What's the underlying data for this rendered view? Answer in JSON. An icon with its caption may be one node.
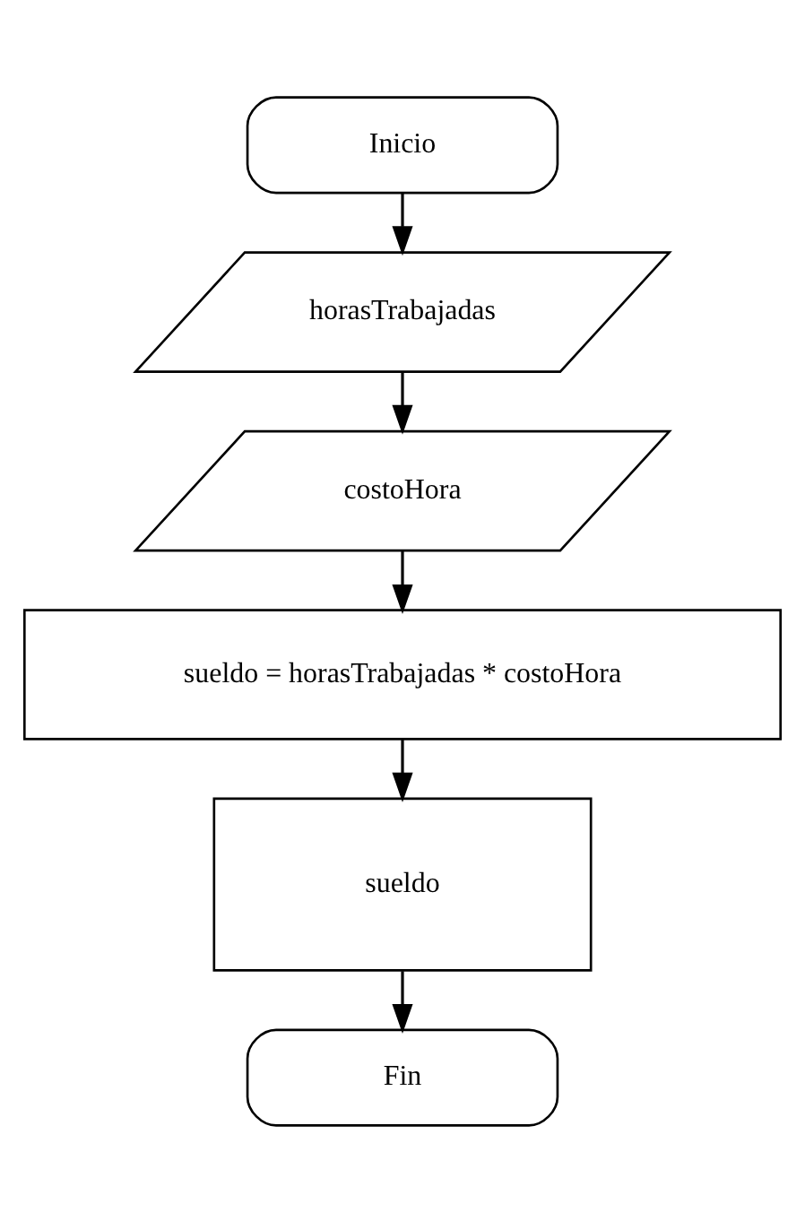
{
  "diagram": {
    "nodes": [
      {
        "text": [
          "Inicio"
        ]
      },
      {
        "text": [
          "horasTrabajadas"
        ]
      },
      {
        "text": [
          "costoHora"
        ]
      },
      {
        "text": [
          "sueldo = horasTrabajadas * costoHora"
        ]
      },
      {
        "text": [
          "sueldo"
        ]
      },
      {
        "text": [
          "Fin"
        ]
      }
    ],
    "edges": [
      {
        "from": 0,
        "to": 1,
        "arrow": "to"
      },
      {
        "from": 1,
        "to": 2,
        "arrow": "to"
      },
      {
        "from": 2,
        "to": 3,
        "arrow": "to"
      },
      {
        "from": 3,
        "to": 4,
        "arrow": "to"
      },
      {
        "from": 4,
        "to": 5,
        "arrow": "to"
      }
    ]
  }
}
